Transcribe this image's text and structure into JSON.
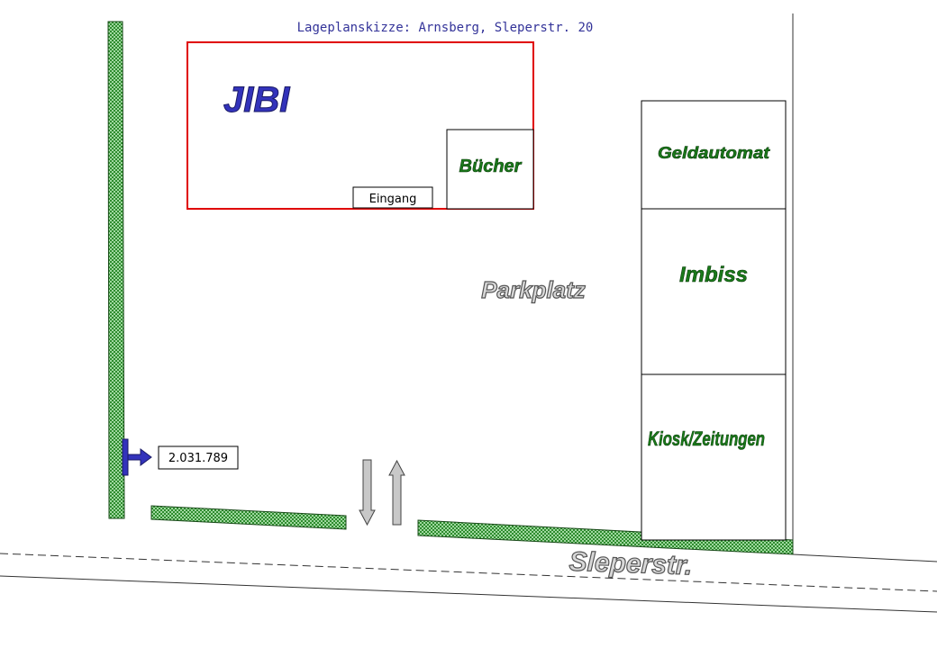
{
  "title": "Lageplanskizze: Arnsberg, Sleperstr. 20",
  "store": {
    "name": "JIBI",
    "books": "Bücher",
    "entrance": "Eingang"
  },
  "parking": "Parkplatz",
  "shops": [
    "Geldautomat",
    "Imbiss",
    "Kiosk/Zeitungen"
  ],
  "street": "Sleperstr.",
  "marker_label": "2.031.789",
  "colors": {
    "title": "#333399",
    "store_border": "#e00000",
    "hedge": "#2e8b2e",
    "brand": "#3333bb",
    "shop_text": "#1a7a1a"
  }
}
